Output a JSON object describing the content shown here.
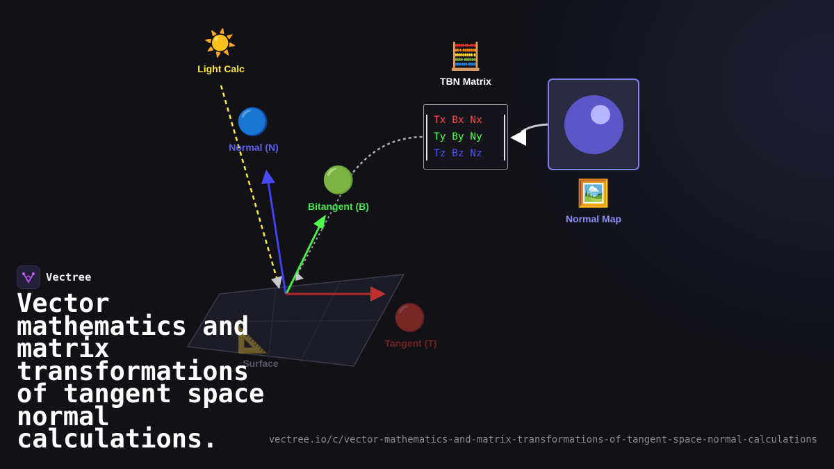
{
  "diagram": {
    "light": {
      "emoji": "☀️",
      "label": "Light Calc",
      "color": "#ffe83a"
    },
    "normal": {
      "emoji": "🔵",
      "label": "Normal (N)",
      "color": "#5f5ff0"
    },
    "bitangent": {
      "emoji": "🟢",
      "label": "Bitangent (B)",
      "color": "#46e84a"
    },
    "tangent": {
      "emoji": "🔴",
      "label": "Tangent (T)",
      "color": "#c03030"
    },
    "surface": {
      "emoji": "📐",
      "label": "Surface",
      "color": "#6a6a78"
    },
    "tbn": {
      "emoji": "🧮",
      "label": "TBN Matrix",
      "rows": [
        "Tx Bx Nx",
        "Ty By Ny",
        "Tz Bz Nz"
      ],
      "row_colors": [
        "#ff4a4a",
        "#4aff4a",
        "#5050ff"
      ]
    },
    "normal_map": {
      "emoji": "🖼️",
      "label": "Normal Map",
      "color": "#8c8cf5"
    }
  },
  "brand": {
    "name": "Vectree"
  },
  "title": "Vector mathematics and matrix transformations of tangent space normal calculations.",
  "url": "vectree.io/c/vector-mathematics-and-matrix-transformations-of-tangent-space-normal-calculations"
}
